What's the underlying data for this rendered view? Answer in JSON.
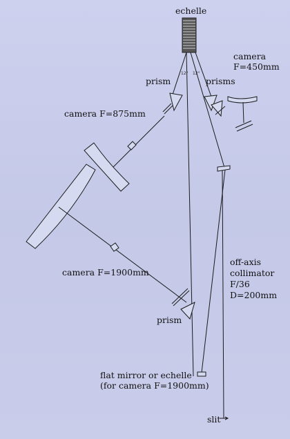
{
  "labels": {
    "echelle": "echelle",
    "camera_450_line1": "camera",
    "camera_450_line2": "F=450mm",
    "prism_left": "prism",
    "prisms_right": "prisms",
    "camera_875": "camera F=875mm",
    "camera_1900": "camera F=1900mm",
    "prism_bottom": "prism",
    "collimator_line1": "off-axis",
    "collimator_line2": "collimator",
    "collimator_line3": "F/36",
    "collimator_line4": "D=200mm",
    "flat_mirror_line1": "flat mirror or echelle",
    "flat_mirror_line2": "(for camera F=1900mm)",
    "slit": "slit",
    "angle_left": "12°",
    "angle_right": "12°"
  },
  "colors": {
    "background": "#c9cdea",
    "line": "#1a1a1a",
    "optic_fill": "#d6daf0"
  }
}
